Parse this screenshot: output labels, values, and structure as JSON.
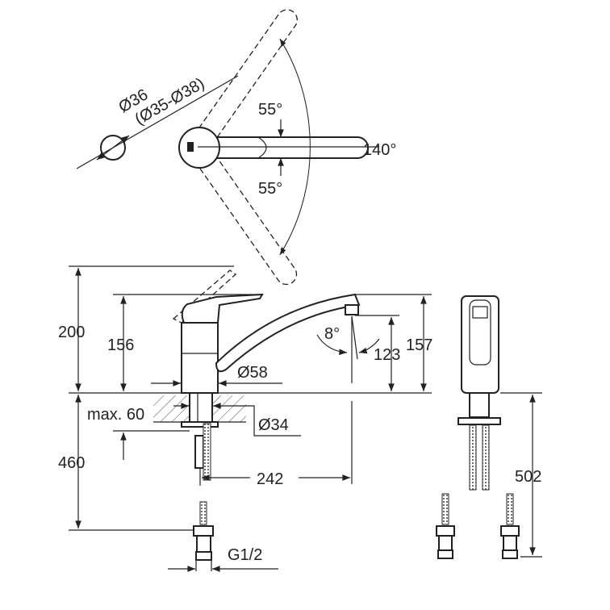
{
  "top_view": {
    "hole_diameter": "Ø36",
    "hole_range": "(Ø35-Ø38)",
    "angle_upper": "55°",
    "angle_lower": "55°",
    "angle_total": "140°"
  },
  "side_view": {
    "height_total": "200",
    "height_body": "156",
    "spout_angle": "8°",
    "outlet_height": "123",
    "spout_height": "157",
    "base_diameter": "Ø58",
    "max_counter": "max. 60",
    "shank_diameter": "Ø34",
    "hose_length": "460",
    "projection": "242",
    "thread": "G1/2"
  },
  "end_view": {
    "hose_length": "502"
  }
}
